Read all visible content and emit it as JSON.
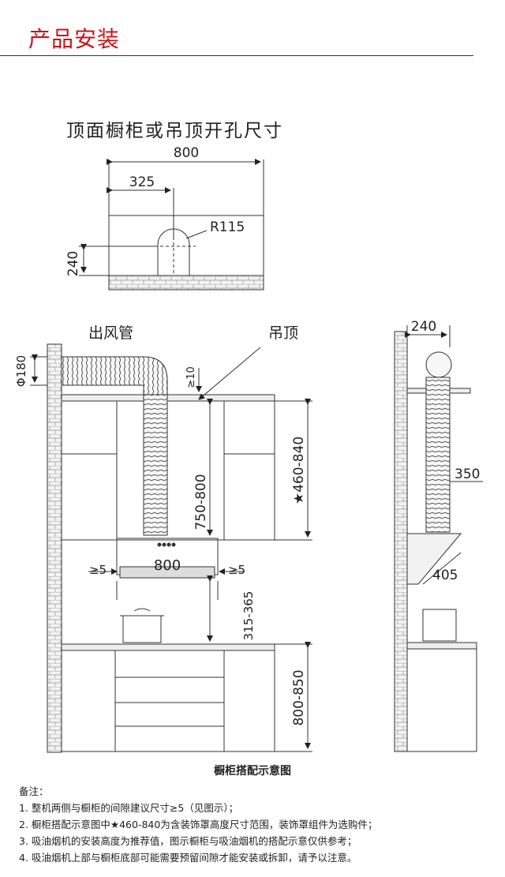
{
  "header": {
    "title": "产品安装"
  },
  "top_diagram": {
    "title": "顶面橱柜或吊顶开孔尺寸",
    "dim_width": "800",
    "dim_offset": "325",
    "dim_radius": "R115",
    "dim_height": "240"
  },
  "main_diagram": {
    "label_duct": "出风管",
    "label_ceiling": "吊顶",
    "dim_phi": "Φ180",
    "dim_gap_top": "≥10",
    "dim_cabinet_h": "★460-840",
    "dim_hood_h": "750-800",
    "dim_hood_w": "800",
    "dim_side_left": "≥5",
    "dim_side_right": "≥5",
    "dim_install_h": "315-365",
    "dim_counter_h": "800-850"
  },
  "side_diagram": {
    "dim_depth": "240",
    "dim_350": "350",
    "dim_405": "405"
  },
  "caption": "橱柜搭配示意图",
  "notes": {
    "heading": "备注：",
    "items": [
      "1. 整机两侧与橱柜的间隙建议尺寸≥5（见图示）；",
      "2. 橱柜搭配示意图中★460-840为含装饰罩高度尺寸范围，装饰罩组件为选购件；",
      "3. 吸油烟机的安装高度为推荐值，图示橱柜与吸油烟机的搭配示意仅供参考；",
      "4. 吸油烟机上部与橱柜底部可能需要预留间隙才能安装或拆卸，请予以注意。"
    ]
  },
  "colors": {
    "accent": "#c4161c",
    "line": "#333333",
    "brick": "#c8c8c8"
  }
}
